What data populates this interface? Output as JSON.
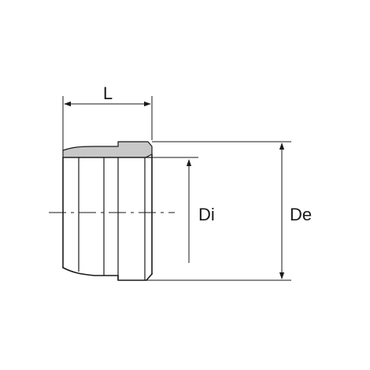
{
  "dimensions": {
    "length_label": "L",
    "inner_diameter_label": "Di",
    "outer_diameter_label": "De"
  },
  "colors": {
    "line": "#1a1a1a",
    "section_fill": "#c8c8c8",
    "background": "#ffffff"
  }
}
